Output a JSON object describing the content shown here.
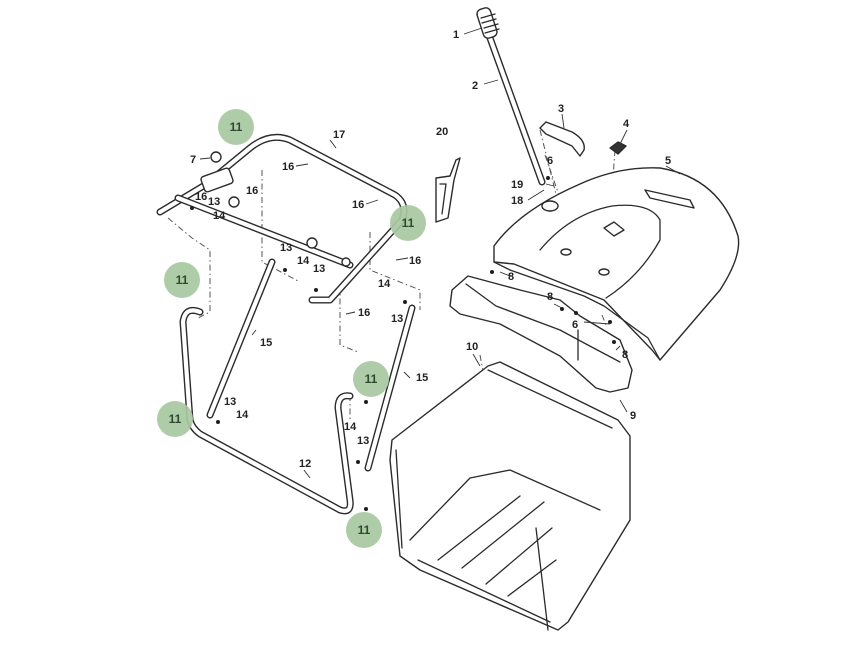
{
  "diagram": {
    "title": "Grass Catcher Bag Assembly - Exploded Parts View",
    "highlight_color": "#a8c8a2",
    "line_color": "#2b2b2b",
    "background": "#ffffff",
    "callouts": {
      "c1": "1",
      "c2": "2",
      "c3": "3",
      "c4": "4",
      "c5": "5",
      "c6a": "6",
      "c6b": "6",
      "c7": "7",
      "c8a": "8",
      "c8b": "8",
      "c8c": "8",
      "c9": "9",
      "c10": "10",
      "c12": "12",
      "c13a": "13",
      "c13b": "13",
      "c13c": "13",
      "c13d": "13",
      "c13e": "13",
      "c13f": "13",
      "c14a": "14",
      "c14b": "14",
      "c14c": "14",
      "c14d": "14",
      "c14e": "14",
      "c15a": "15",
      "c15b": "15",
      "c16a": "16",
      "c16b": "16",
      "c16c": "16",
      "c16d": "16",
      "c16e": "16",
      "c16f": "16",
      "c17": "17",
      "c18": "18",
      "c19": "19",
      "c20": "20"
    },
    "highlighted_parts": [
      {
        "label": "11"
      },
      {
        "label": "11"
      },
      {
        "label": "11"
      },
      {
        "label": "11"
      },
      {
        "label": "11"
      },
      {
        "label": "11"
      }
    ]
  }
}
